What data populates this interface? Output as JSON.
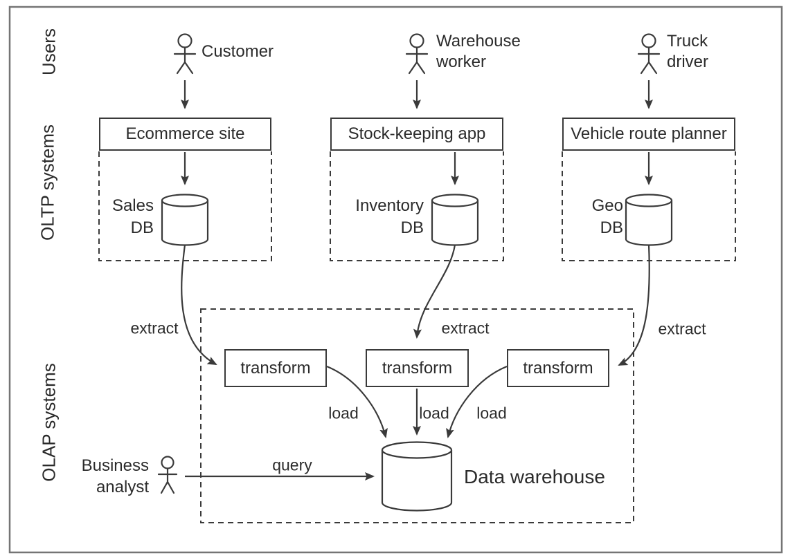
{
  "row_labels": {
    "users": "Users",
    "oltp": "OLTP systems",
    "olap": "OLAP systems"
  },
  "actors": {
    "customer": {
      "label": "Customer"
    },
    "warehouse_worker": {
      "line1": "Warehouse",
      "line2": "worker"
    },
    "truck_driver": {
      "line1": "Truck",
      "line2": "driver"
    },
    "business_analyst": {
      "line1": "Business",
      "line2": "analyst"
    }
  },
  "oltp": {
    "apps": {
      "ecommerce": "Ecommerce site",
      "stock_keeping": "Stock-keeping app",
      "route_planner": "Vehicle route planner"
    },
    "databases": {
      "sales": {
        "line1": "Sales",
        "line2": "DB"
      },
      "inventory": {
        "line1": "Inventory",
        "line2": "DB"
      },
      "geo": {
        "line1": "Geo",
        "line2": "DB"
      }
    }
  },
  "olap": {
    "extract_label": "extract",
    "transform_label": "transform",
    "load_label": "load",
    "query_label": "query",
    "warehouse_label": "Data warehouse"
  },
  "colors": {
    "stroke": "#3a3a3a",
    "text": "#2b2b2b",
    "frame": "#757575",
    "background": "#ffffff"
  }
}
